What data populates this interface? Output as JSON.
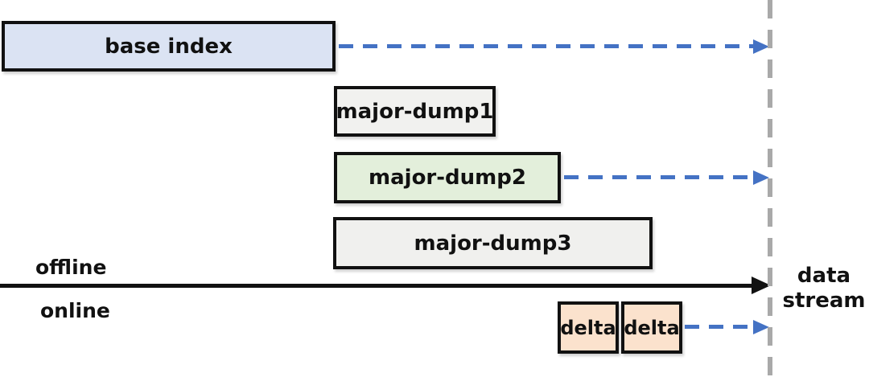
{
  "diagram": {
    "boxes": [
      {
        "id": "base-index",
        "label": "base index",
        "fill": "#dbe3f3",
        "row": "offline",
        "has_arrow_to_stream": true
      },
      {
        "id": "major-dump1",
        "label": "major-dump1",
        "fill": "#f1f1ef",
        "row": "offline",
        "has_arrow_to_stream": false
      },
      {
        "id": "major-dump2",
        "label": "major-dump2",
        "fill": "#e3efdb",
        "row": "offline",
        "has_arrow_to_stream": true
      },
      {
        "id": "major-dump3",
        "label": "major-dump3",
        "fill": "#f0f0ee",
        "row": "offline",
        "has_arrow_to_stream": false
      },
      {
        "id": "delta-1",
        "label": "delta",
        "fill": "#fbe2cd",
        "row": "online",
        "has_arrow_to_stream": false
      },
      {
        "id": "delta-2",
        "label": "delta",
        "fill": "#fbe2cd",
        "row": "online",
        "has_arrow_to_stream": true
      }
    ],
    "labels": {
      "offline": "offline",
      "online": "online",
      "data_stream_line1": "data",
      "data_stream_line2": "stream"
    },
    "arrows": [
      {
        "from": "base-index",
        "to": "data-stream",
        "style": "blue-dashed"
      },
      {
        "from": "major-dump2",
        "to": "data-stream",
        "style": "blue-dashed"
      },
      {
        "from": "delta-2",
        "to": "data-stream",
        "style": "blue-dashed"
      },
      {
        "from": "timeline-left-edge",
        "to": "data-stream",
        "style": "black-solid"
      }
    ],
    "colors": {
      "arrow_blue": "#4472c4",
      "timeline_black": "#111111",
      "stream_line_gray": "#a9a9a9",
      "box_border": "#111111"
    }
  }
}
